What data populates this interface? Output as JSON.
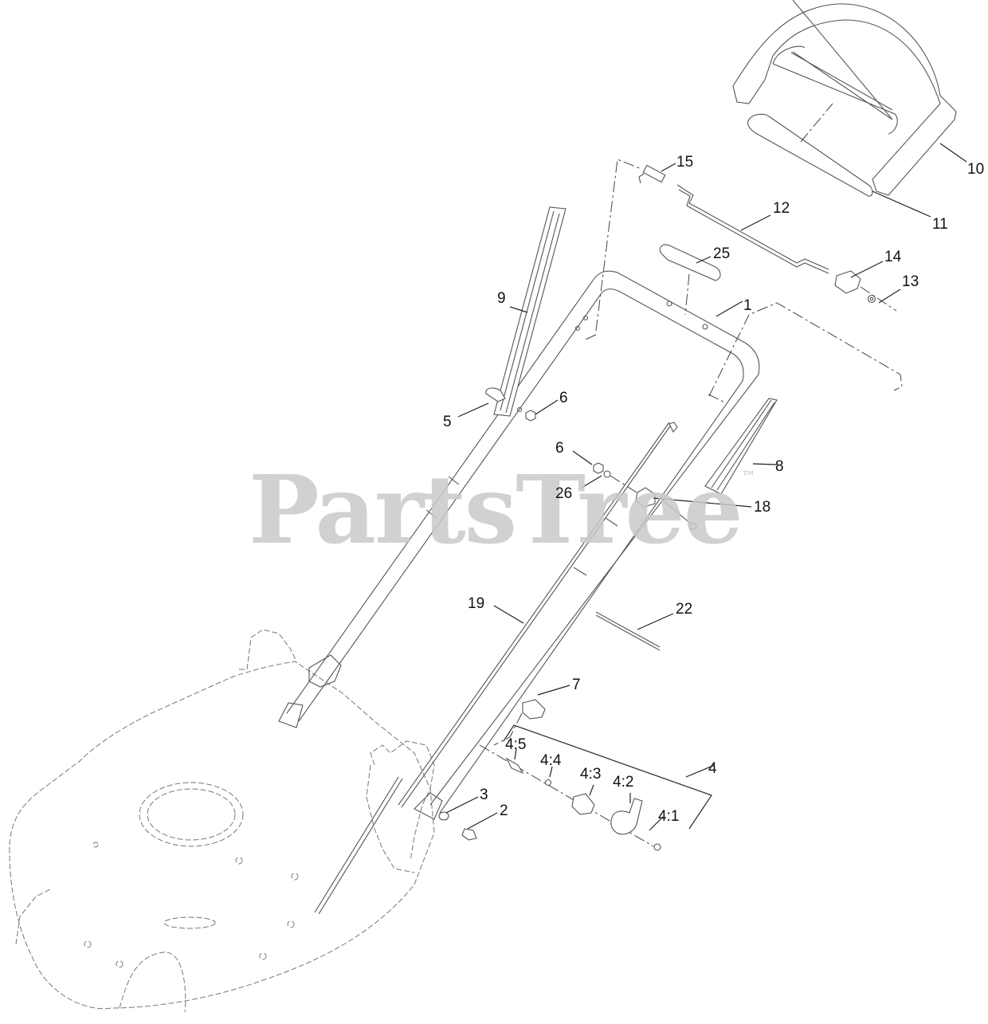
{
  "diagram": {
    "watermark": {
      "text": "PartsTree",
      "trademark": "™",
      "color": "#c9c9c9"
    },
    "callouts": [
      {
        "id": "1",
        "label": "1",
        "part": "handle-frame"
      },
      {
        "id": "2",
        "label": "2",
        "part": "bolt"
      },
      {
        "id": "3",
        "label": "3",
        "part": "washer"
      },
      {
        "id": "4",
        "label": "4",
        "part": "handle-knob-assembly"
      },
      {
        "id": "4:1",
        "label": "4:1",
        "part": "cap"
      },
      {
        "id": "4:2",
        "label": "4:2",
        "part": "knob-lever"
      },
      {
        "id": "4:3",
        "label": "4:3",
        "part": "bracket"
      },
      {
        "id": "4:4",
        "label": "4:4",
        "part": "spring"
      },
      {
        "id": "4:5",
        "label": "4:5",
        "part": "pin"
      },
      {
        "id": "5",
        "label": "5",
        "part": "cable-clip"
      },
      {
        "id": "6a",
        "label": "6",
        "part": "nut-upper"
      },
      {
        "id": "6b",
        "label": "6",
        "part": "nut-lower"
      },
      {
        "id": "7",
        "label": "7",
        "part": "cable-guide"
      },
      {
        "id": "8",
        "label": "8",
        "part": "right-handle-cover"
      },
      {
        "id": "9",
        "label": "9",
        "part": "left-handle-cover"
      },
      {
        "id": "10",
        "label": "10",
        "part": "control-bail"
      },
      {
        "id": "11",
        "label": "11",
        "part": "bail-grip"
      },
      {
        "id": "12",
        "label": "12",
        "part": "bail-rod"
      },
      {
        "id": "13",
        "label": "13",
        "part": "washer-small"
      },
      {
        "id": "14",
        "label": "14",
        "part": "bushing"
      },
      {
        "id": "15",
        "label": "15",
        "part": "spring-coil"
      },
      {
        "id": "18",
        "label": "18",
        "part": "cable-bracket"
      },
      {
        "id": "19",
        "label": "19",
        "part": "control-cable"
      },
      {
        "id": "22",
        "label": "22",
        "part": "cable-tie"
      },
      {
        "id": "25",
        "label": "25",
        "part": "foam-grip"
      },
      {
        "id": "26",
        "label": "26",
        "part": "washer-lower"
      }
    ]
  }
}
